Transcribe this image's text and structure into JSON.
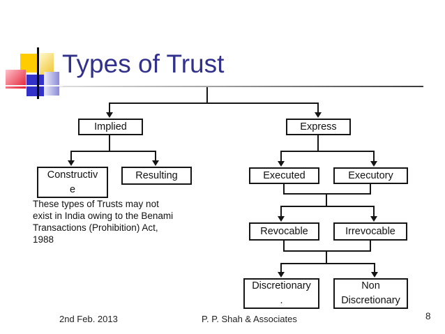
{
  "slide": {
    "title": "Types of Trust",
    "footer": {
      "date": "2nd Feb. 2013",
      "author": "P. P. Shah & Associates",
      "page_number": "8"
    }
  },
  "note": {
    "text": "These types of Trusts may not\nexist in India owing to the Benami\nTransactions (Prohibition) Act,\n1988"
  },
  "nodes": {
    "implied": {
      "lines": [
        "Implied"
      ]
    },
    "express": {
      "lines": [
        "Express"
      ]
    },
    "constructive": {
      "lines": [
        "Constructiv",
        "e"
      ]
    },
    "resulting": {
      "lines": [
        "Resulting"
      ]
    },
    "executed": {
      "lines": [
        "Executed"
      ]
    },
    "executory": {
      "lines": [
        "Executory"
      ]
    },
    "revocable": {
      "lines": [
        "Revocable"
      ]
    },
    "irrevocable": {
      "lines": [
        "Irrevocable"
      ]
    },
    "discretionary": {
      "lines": [
        "Discretionary",
        "."
      ]
    },
    "non_discretionary": {
      "lines": [
        "Non",
        "Discretionary"
      ]
    }
  },
  "diagram": {
    "type": "tree",
    "edges": [
      "Types of Trust > Implied",
      "Types of Trust > Express",
      "Implied > Constructive",
      "Implied > Resulting",
      "Express > Executed",
      "Express > Executory",
      "Executed + Executory > Revocable",
      "Executed + Executory > Irrevocable",
      "Revocable + Irrevocable > Discretionary",
      "Revocable + Irrevocable > Non Discretionary"
    ]
  },
  "colors": {
    "title_text": "#31318C",
    "connector": "#151515",
    "logo_gold": "#FFCC00",
    "logo_red": "#E8374A",
    "logo_blue": "#3232C8"
  }
}
